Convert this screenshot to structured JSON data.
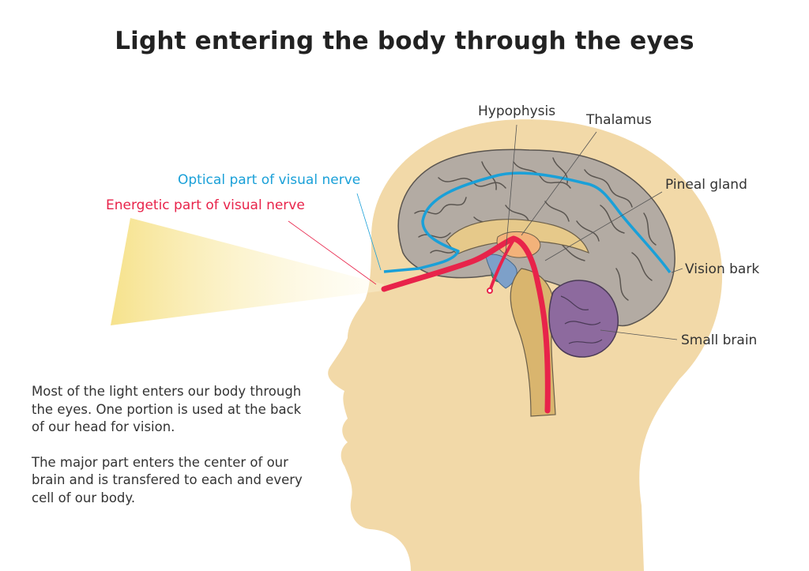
{
  "title": "Light entering the body through the eyes",
  "labels": {
    "hypophysis": "Hypophysis",
    "thalamus": "Thalamus",
    "optical": "Optical part of visual nerve",
    "energetic": "Energetic part of visual nerve",
    "pineal": "Pineal gland",
    "vision_bark": "Vision bark",
    "small_brain": "Small brain"
  },
  "description": {
    "paragraph1": "Most of the light enters our body through the eyes. One portion is used at the back of our head for vision.",
    "paragraph2": "The major part enters the center of our brain and is transfered to each and every cell of our body."
  },
  "colors": {
    "optical": "#1aa0d8",
    "energetic": "#e8234a",
    "skin": "#f2d9a8",
    "brain": "#b3aba3",
    "cerebellum": "#8d6a9e"
  }
}
